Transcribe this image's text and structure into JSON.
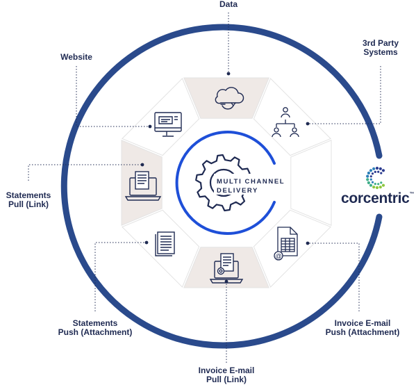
{
  "center": {
    "line1": "MULTI CHANNEL",
    "line2": "DELIVERY"
  },
  "brand": {
    "name": "corcentric",
    "trademark": "™",
    "mark_colors": [
      "#8dc63f",
      "#3fae8a",
      "#2c7fb8",
      "#2b3b8f"
    ]
  },
  "channels": [
    {
      "lines": [
        "Data"
      ]
    },
    {
      "lines": [
        "3rd Party",
        "Systems"
      ]
    },
    {
      "lines": [
        "Website"
      ]
    },
    {
      "lines": [
        "Statements",
        "Pull (Link)"
      ]
    },
    {
      "lines": [
        "Statements",
        "Push (Attachment)"
      ]
    },
    {
      "lines": [
        "Invoice E-mail",
        "Pull (Link)"
      ]
    },
    {
      "lines": [
        "Invoice E-mail",
        "Push (Attachment)"
      ]
    }
  ],
  "colors": {
    "ring": "#2a4a8c",
    "center_ring": "#1e4fd8",
    "text": "#1f2a52",
    "segment_fill": "#ffffff",
    "segment_highlight": "#efe9e6",
    "segment_stroke": "#e3e3e3"
  },
  "icons": [
    "cloud-sync-icon",
    "org-chart-icon",
    "monitor-icon",
    "laptop-document-icon",
    "document-icon",
    "laptop-invoice-icon",
    "spreadsheet-email-icon",
    "gear-icon"
  ]
}
